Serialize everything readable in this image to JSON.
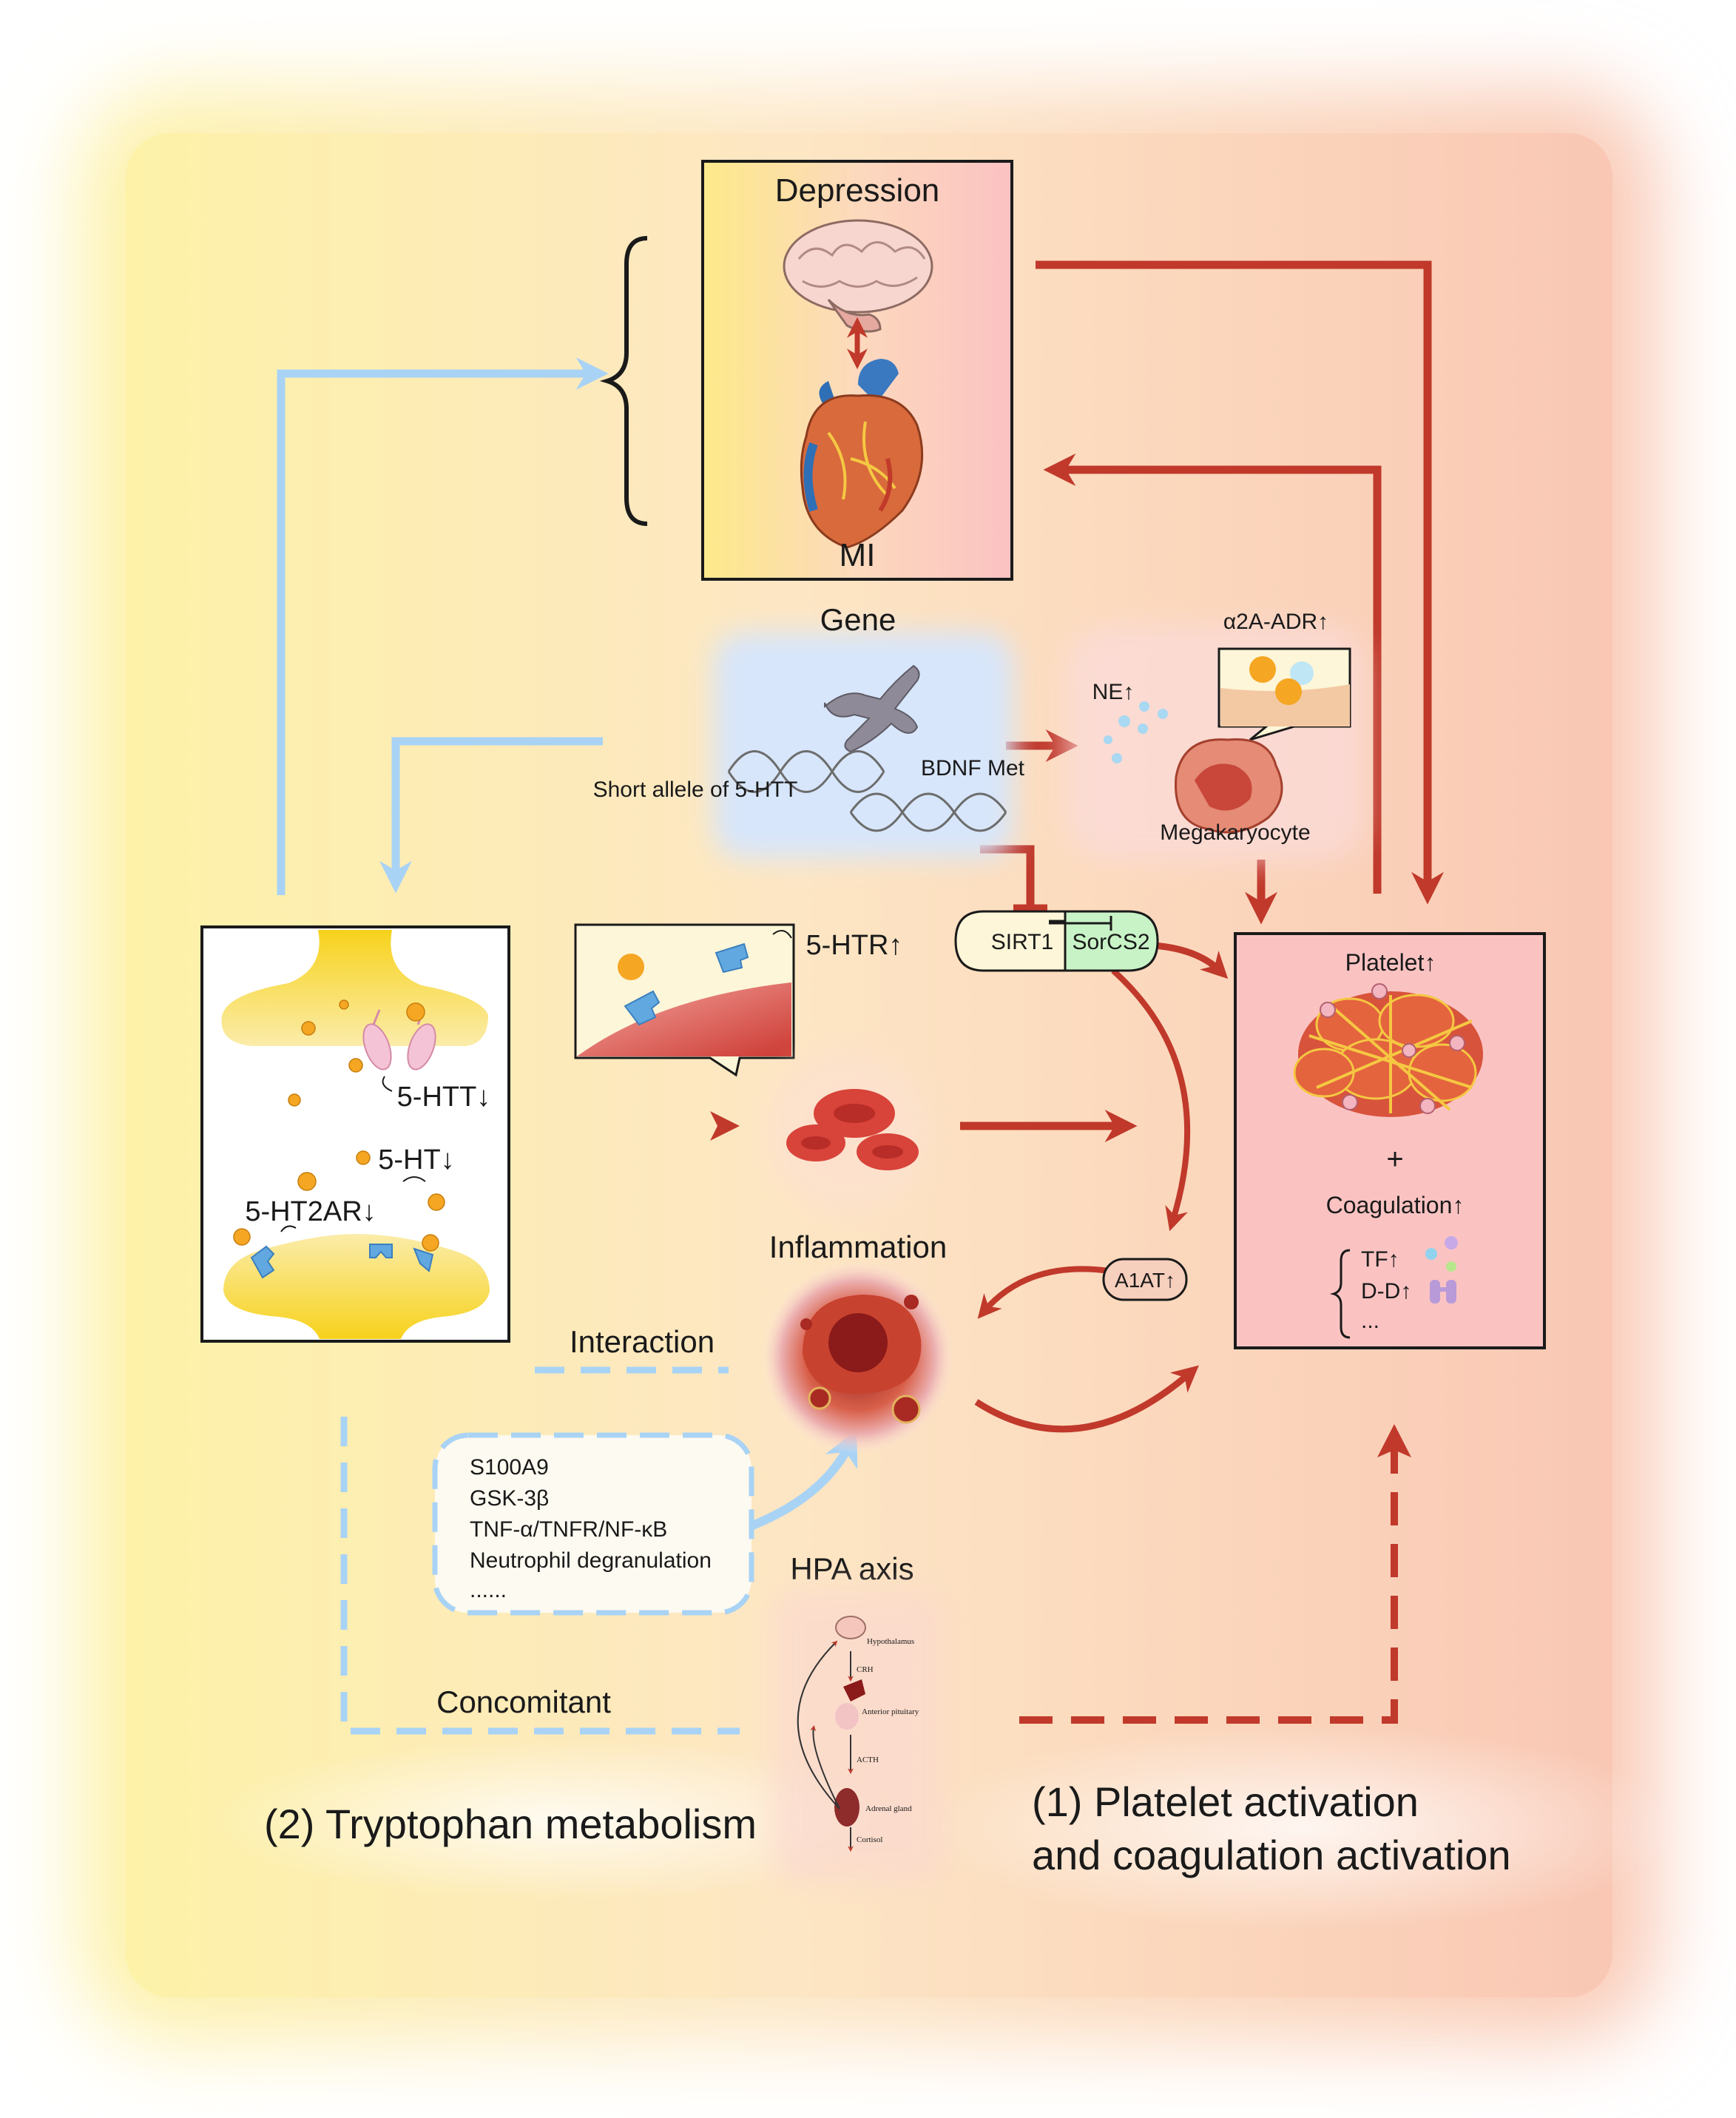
{
  "colors": {
    "red_arrow": "#c0392b",
    "blue_arrow": "#a9d3f5",
    "box_border": "#1a1a1a",
    "bg_left": "#fdf3b0",
    "bg_right": "#f9c9b6",
    "platelet_box": "#fac3c2",
    "gene_bg": "#d7e6fb",
    "sirt1_fill": "#fdf6d8",
    "sorcs2_fill": "#c8f3c6"
  },
  "icons": [
    "brain-icon",
    "heart-icon",
    "chromosome-icon",
    "dna-icon",
    "megakaryocyte-icon",
    "receptor-icon",
    "red-blood-cell-icon",
    "inflammation-cell-icon",
    "platelet-aggregate-icon",
    "synapse-icon",
    "hpa-axis-icon"
  ],
  "top_box": {
    "title": "Depression",
    "bottom": "MI"
  },
  "gene": {
    "title": "Gene",
    "short_allele": "Short allele of 5-HTT",
    "bdnf": "BDNF Met"
  },
  "megakaryocyte": {
    "ne": "NE↑",
    "alpha": "α2A-ADR↑",
    "label": "Megakaryocyte"
  },
  "sirt": {
    "left": "SIRT1",
    "right": "SorCS2"
  },
  "synapse": {
    "htt": "5-HTT↓",
    "ht": "5-HT↓",
    "ht2ar": "5-HT2AR↓"
  },
  "receptor": {
    "label": "5-HTR↑"
  },
  "platelet": {
    "title": "Platelet↑",
    "plus": "+",
    "coag": "Coagulation↑",
    "items": [
      "TF↑",
      "D-D↑",
      "..."
    ]
  },
  "a1at": "A1AT↑",
  "inflammation": {
    "title": "Inflammation"
  },
  "interaction": "Interaction",
  "list_box": {
    "items": [
      "S100A9",
      "GSK-3β",
      "TNF-α/TNFR/NF-κB",
      "Neutrophil degranulation",
      "......"
    ]
  },
  "hpa": {
    "title": "HPA axis",
    "hypothalamus": "Hypothalamus",
    "crh": "CRH",
    "anterior_pituitary": "Anterior pituitary",
    "acth": "ACTH",
    "adrenal_gland": "Adrenal gland",
    "cortisol": "Cortisol"
  },
  "concomitant": "Concomitant",
  "captions": {
    "tryptophan": "(2) Tryptophan metabolism",
    "platelet_line1": "(1) Platelet activation",
    "platelet_line2": "and coagulation activation"
  }
}
